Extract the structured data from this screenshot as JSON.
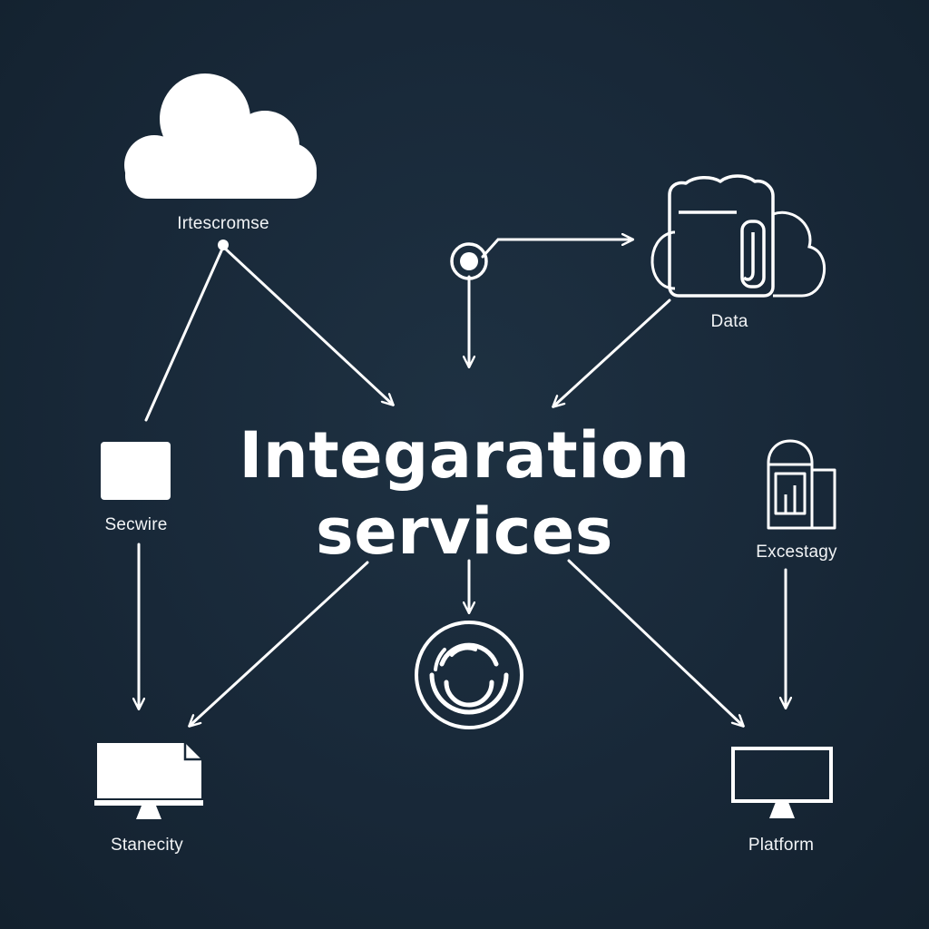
{
  "diagram": {
    "title_line_1": "Integaration",
    "title_line_2": "services",
    "nodes": {
      "cloud": {
        "label": "Irtescromse",
        "icon": "cloud-icon"
      },
      "data": {
        "label": "Data",
        "icon": "cloud-storage-icon"
      },
      "hub": {
        "icon": "node-circle-icon"
      },
      "secwire": {
        "label": "Secwire",
        "icon": "square-icon"
      },
      "excestagy": {
        "label": "Excestagy",
        "icon": "device-icon"
      },
      "center": {
        "icon": "sync-circle-icon"
      },
      "stanecity": {
        "label": "Stanecity",
        "icon": "document-monitor-icon"
      },
      "platform": {
        "label": "Platform",
        "icon": "monitor-icon"
      }
    },
    "colors": {
      "background": "#182838",
      "foreground": "#ffffff"
    }
  }
}
